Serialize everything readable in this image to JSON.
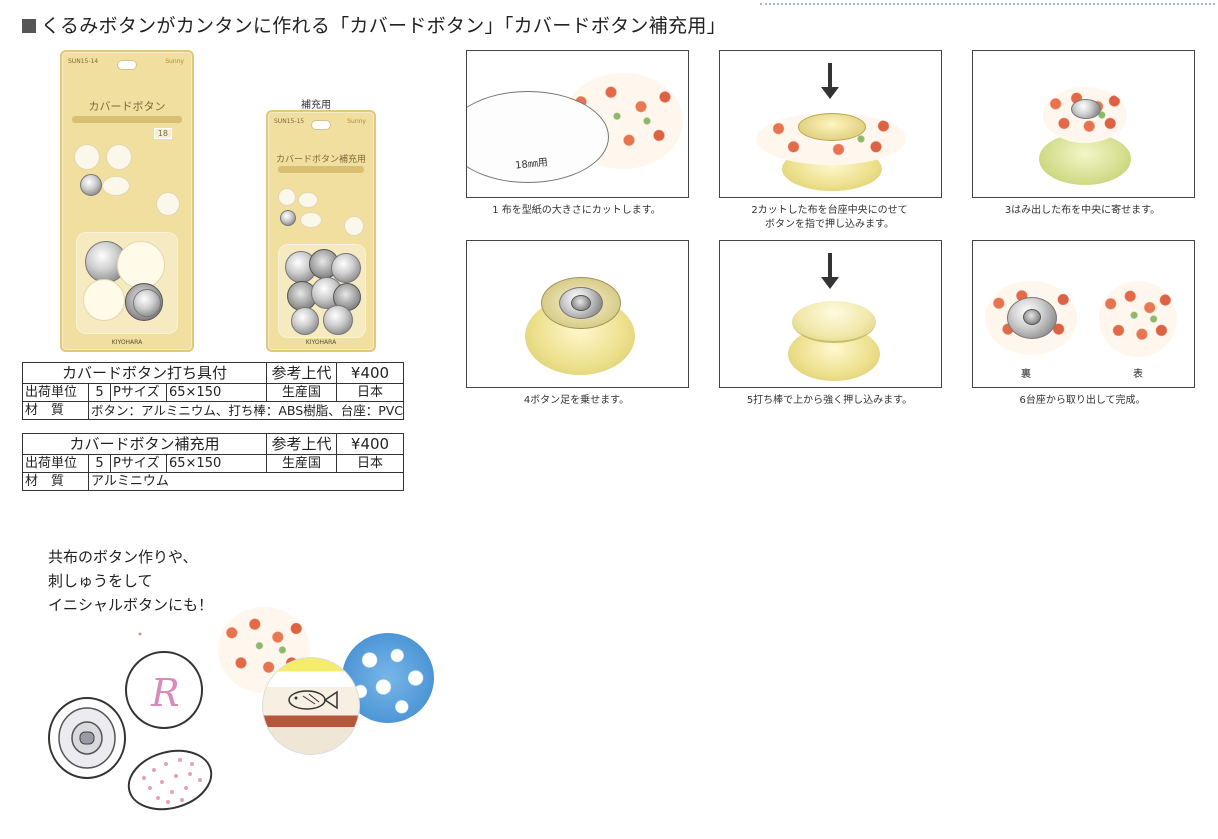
{
  "header": {
    "title": "くるみボタンがカンタンに作れる「カバードボタン」「カバードボタン補充用」"
  },
  "products": {
    "kit": {
      "pkg_code": "SUN15-14",
      "pkg_title": "カバードボタン",
      "pkg_size": "18",
      "maker": "KIYOHARA"
    },
    "refill": {
      "label": "補充用",
      "pkg_code": "SUN15-15",
      "pkg_title": "カバードボタン補充用",
      "maker": "KIYOHARA"
    }
  },
  "spec_kit": {
    "name": "カバードボタン打ち具付",
    "price_label": "参考上代",
    "price": "¥400",
    "unit_label": "出荷単位",
    "unit": "5",
    "psize_label": "Pサイズ",
    "psize": "65×150",
    "origin_label": "生産国",
    "origin": "日本",
    "material_label": "材　質",
    "material": "ボタン：アルミニウム、打ち棒：ABS樹脂、台座：PVC"
  },
  "spec_refill": {
    "name": "カバードボタン補充用",
    "price_label": "参考上代",
    "price": "¥400",
    "unit_label": "出荷単位",
    "unit": "5",
    "psize_label": "Pサイズ",
    "psize": "65×150",
    "origin_label": "生産国",
    "origin": "日本",
    "material_label": "材　質",
    "material": "アルミニウム"
  },
  "steps": [
    {
      "caption": "1 布を型紙の大きさにカットします。",
      "photo_text": "18㎜用"
    },
    {
      "caption": "2カットした布を台座中央にのせて",
      "caption2": "ボタンを指で押し込みます。"
    },
    {
      "caption": "3はみ出した布を中央に寄せます。"
    },
    {
      "caption": "4ボタン足を乗せます。"
    },
    {
      "caption": "5打ち棒で上から強く押し込みます。"
    },
    {
      "caption": "6台座から取り出して完成。",
      "label_back": "裏",
      "label_front": "表"
    }
  ],
  "promo": {
    "line1": "共布のボタン作りや、",
    "line2": "刺しゅうをして",
    "line3": "イニシャルボタンにも！",
    "initial": "R"
  }
}
